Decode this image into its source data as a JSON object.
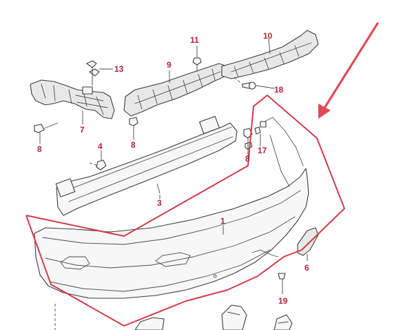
{
  "callouts": [
    {
      "id": "1",
      "label": "1"
    },
    {
      "id": "3",
      "label": "3"
    },
    {
      "id": "4",
      "label": "4"
    },
    {
      "id": "6",
      "label": "6"
    },
    {
      "id": "7",
      "label": "7"
    },
    {
      "id": "8a",
      "label": "8"
    },
    {
      "id": "8b",
      "label": "8"
    },
    {
      "id": "8c",
      "label": "8"
    },
    {
      "id": "9",
      "label": "9"
    },
    {
      "id": "10",
      "label": "10"
    },
    {
      "id": "11",
      "label": "11"
    },
    {
      "id": "13",
      "label": "13"
    },
    {
      "id": "17",
      "label": "17"
    },
    {
      "id": "18",
      "label": "18"
    },
    {
      "id": "19",
      "label": "19"
    }
  ],
  "colors": {
    "highlight_outline": "#d23a4a",
    "pointer_arrow": "#e04a55",
    "callout_text": "#b1243a",
    "line_art": "#3a3a3a"
  }
}
